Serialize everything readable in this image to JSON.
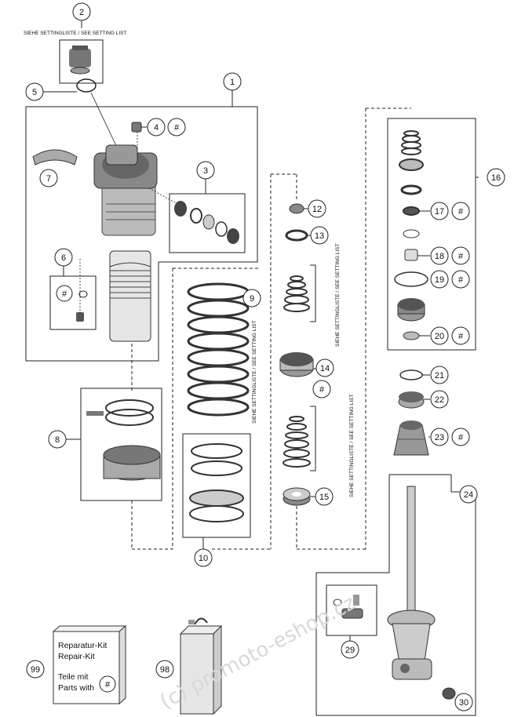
{
  "setting_caption_top": "SIEHE SETTINGLISTE / SEE SETTING LIST",
  "setting_caption_vertical_16": "SIEHE SETTINGLISTE / SEE SETTING LIST",
  "setting_caption_vertical_9": "SIEHE SETTINGLISTE / SEE SETTING LIST",
  "setting_caption_vertical_15": "SIEHE SETTINGLISTE / SEE SETTING LIST",
  "hash_symbol": "#",
  "callouts": [
    "1",
    "2",
    "3",
    "4",
    "5",
    "6",
    "7",
    "8",
    "9",
    "10",
    "12",
    "13",
    "14",
    "15",
    "16",
    "17",
    "18",
    "19",
    "20",
    "21",
    "22",
    "23",
    "24",
    "29",
    "30",
    "98",
    "99"
  ],
  "repair_kit": {
    "line1": "Reparatur-Kit",
    "line2": "Repair-Kit",
    "line3": "Teile mit",
    "line4": "Parts with"
  },
  "watermark": "(c) promoto-eshop.cz"
}
